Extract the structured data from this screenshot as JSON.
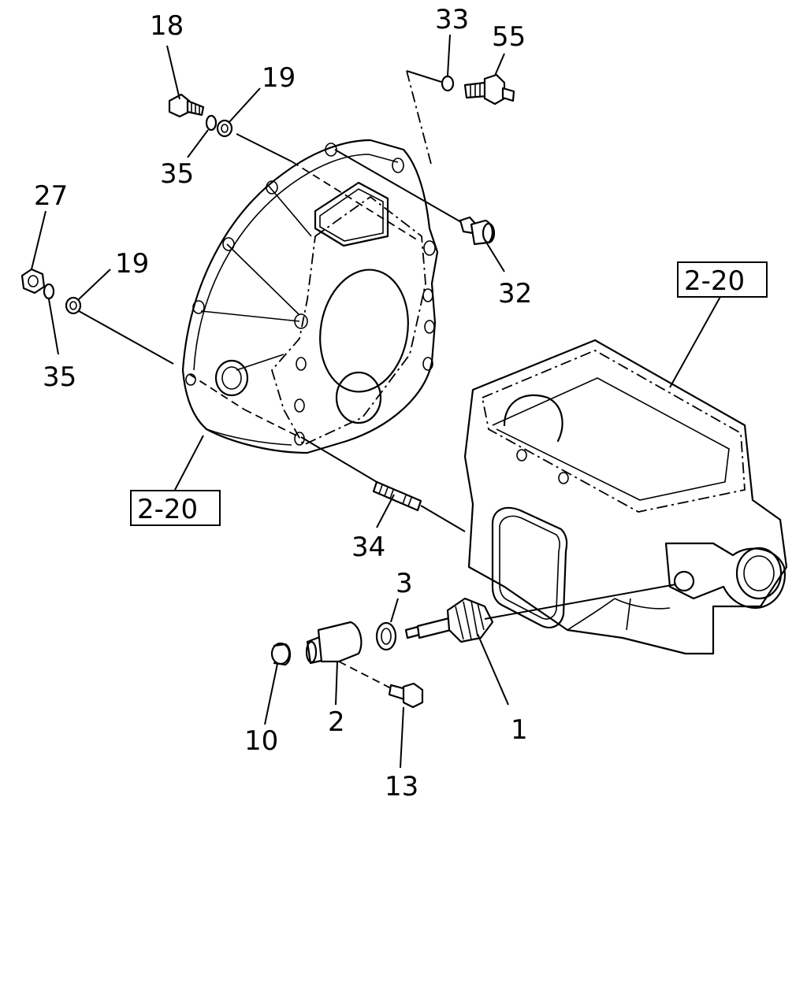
{
  "parts": [
    {
      "id": "p18",
      "label": "18"
    },
    {
      "id": "p19a",
      "label": "19"
    },
    {
      "id": "p35a",
      "label": "35"
    },
    {
      "id": "p33",
      "label": "33"
    },
    {
      "id": "p55",
      "label": "55"
    },
    {
      "id": "p27",
      "label": "27"
    },
    {
      "id": "p19b",
      "label": "19"
    },
    {
      "id": "p35b",
      "label": "35"
    },
    {
      "id": "p32",
      "label": "32"
    },
    {
      "id": "p34",
      "label": "34"
    },
    {
      "id": "p3",
      "label": "3"
    },
    {
      "id": "p10",
      "label": "10"
    },
    {
      "id": "p2",
      "label": "2"
    },
    {
      "id": "p1",
      "label": "1"
    },
    {
      "id": "p13",
      "label": "13"
    }
  ],
  "references": [
    {
      "id": "ref-housing",
      "label": "2-20"
    },
    {
      "id": "ref-case",
      "label": "2-20"
    }
  ]
}
